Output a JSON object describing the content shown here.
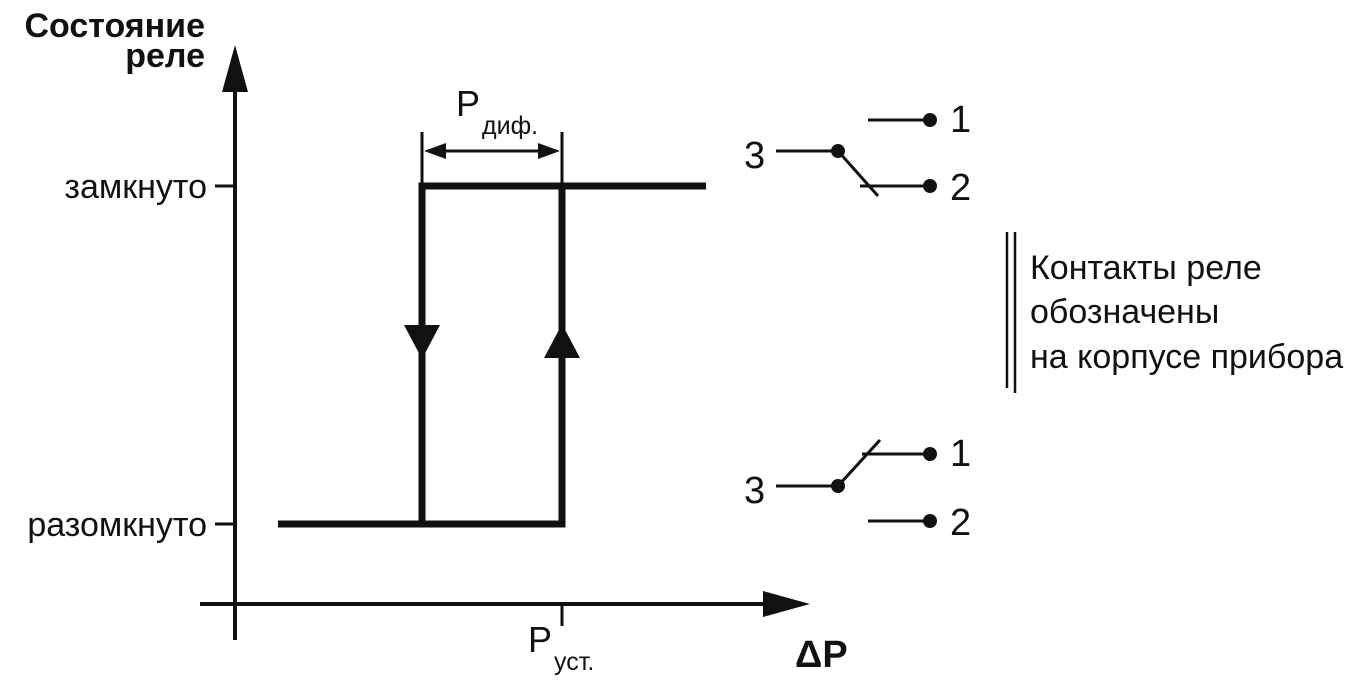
{
  "axes": {
    "y_title_line1": "Состояние",
    "y_title_line2": "реле",
    "x_title": "ΔP"
  },
  "states": {
    "closed": "замкнуто",
    "open": "разомкнуто"
  },
  "hysteresis": {
    "diff_main": "P",
    "diff_sub": "диф.",
    "set_main": "P",
    "set_sub": "уст."
  },
  "contacts": {
    "top": {
      "common": "3",
      "no": "1",
      "nc": "2"
    },
    "bottom": {
      "common": "3",
      "no": "1",
      "nc": "2"
    }
  },
  "note": {
    "line1": "Контакты реле",
    "line2": "обозначены",
    "line3": "на корпусе прибора"
  },
  "colors": {
    "ink": "#111111",
    "background": "#ffffff"
  }
}
